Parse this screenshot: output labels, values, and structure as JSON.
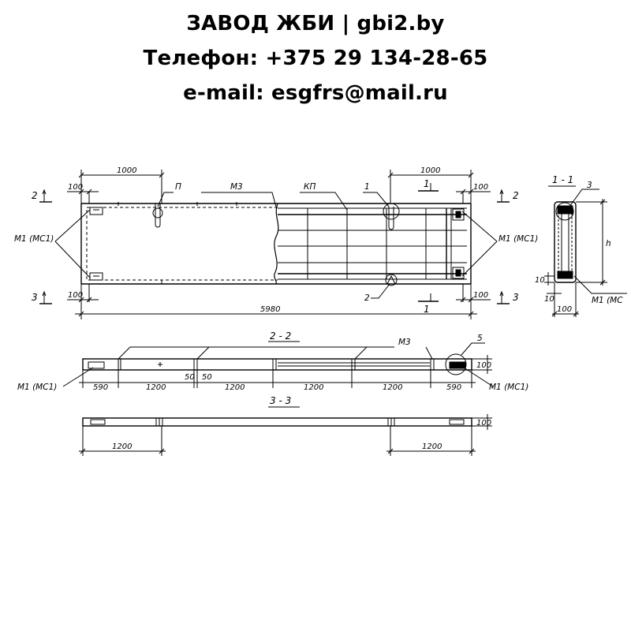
{
  "header": {
    "line1": "ЗАВОД ЖБИ | gbi2.by",
    "line2": "Телефон: +375 29 134-28-65",
    "line3": "e-mail: esgfrs@mail.ru"
  },
  "plan": {
    "dim_left_1000": "1000",
    "dim_right_1000": "1000",
    "dim_total": "5980",
    "dim_100_top_left": "100",
    "dim_100_top_right": "100",
    "dim_100_bottom_left": "100",
    "dim_100_bottom_right": "100",
    "label_p": "П",
    "label_m3": "М3",
    "label_kp": "КП",
    "label_1": "1",
    "label_2": "2",
    "label_m1_left": "М1 (МС1)",
    "label_m1_right": "М1 (МС1)",
    "cut_2_left": "2",
    "cut_2_right": "2",
    "cut_3_left": "3",
    "cut_3_right": "3",
    "cut_1_top": "1",
    "cut_1_bottom": "1"
  },
  "section11": {
    "title": "1 - 1",
    "label_3": "3",
    "label_h": "h",
    "dim_10a": "10",
    "dim_10b": "10",
    "dim_100": "100",
    "label_m1": "М1 (МС"
  },
  "section22": {
    "title": "2 - 2",
    "label_m3": "М3",
    "label_5": "5",
    "label_m1_left": "М1 (МС1)",
    "label_m1_right": "М1 (МС1)",
    "dim_100": "100",
    "dims": [
      "590",
      "1200",
      "50",
      "50",
      "1200",
      "1200",
      "1200",
      "590"
    ]
  },
  "section33": {
    "title": "3 - 3",
    "dim_100": "100",
    "dim_left": "1200",
    "dim_right": "1200"
  }
}
